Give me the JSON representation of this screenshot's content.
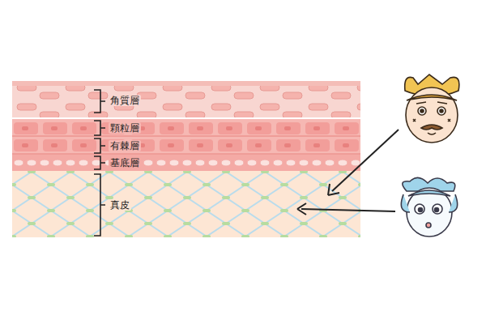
{
  "diagram": {
    "labels": [
      "角質層",
      "顆粒層",
      "有棘層",
      "基底層",
      "真皮"
    ]
  }
}
